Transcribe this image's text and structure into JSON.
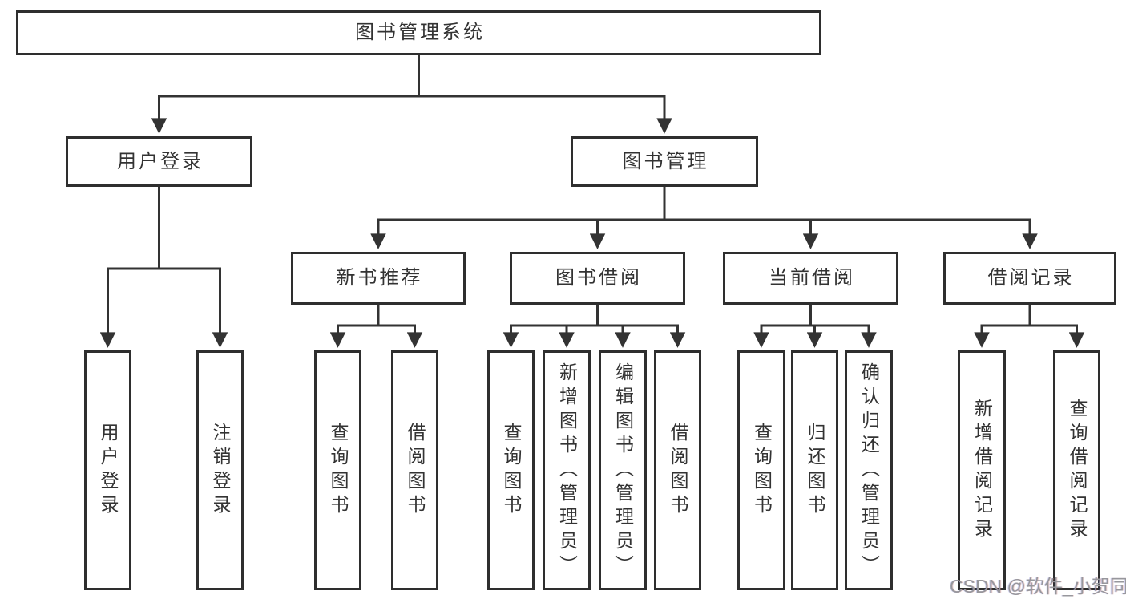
{
  "tree": {
    "label": "图书管理系统",
    "children": [
      {
        "label": "用户登录",
        "children": [
          {
            "label": "用户登录"
          },
          {
            "label": "注销登录"
          }
        ]
      },
      {
        "label": "图书管理",
        "children": [
          {
            "label": "新书推荐",
            "children": [
              {
                "label": "查询图书"
              },
              {
                "label": "借阅图书"
              }
            ]
          },
          {
            "label": "图书借阅",
            "children": [
              {
                "label": "查询图书"
              },
              {
                "label": "新增图书（管理员）"
              },
              {
                "label": "编辑图书（管理员）"
              },
              {
                "label": "借阅图书"
              }
            ]
          },
          {
            "label": "当前借阅",
            "children": [
              {
                "label": "查询图书"
              },
              {
                "label": "归还图书"
              },
              {
                "label": "确认归还（管理员）"
              }
            ]
          },
          {
            "label": "借阅记录",
            "children": [
              {
                "label": "新增借阅记录"
              },
              {
                "label": "查询借阅记录"
              }
            ]
          }
        ]
      }
    ]
  },
  "watermark": {
    "text": "CSDN @软件_小贺同学"
  },
  "colors": {
    "line": "#333333",
    "box_border": "#2e2e2e",
    "text": "#333333",
    "watermark": "#97979c",
    "background": "#ffffff"
  }
}
